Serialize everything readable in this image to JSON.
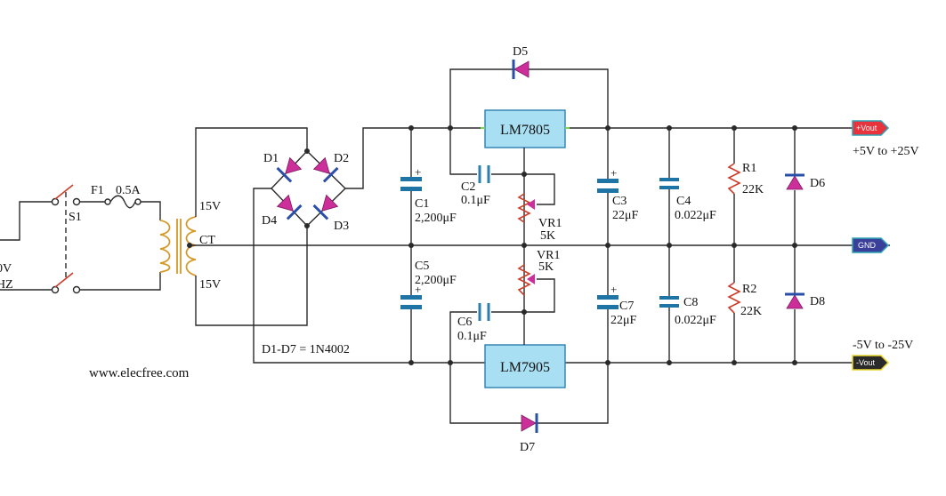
{
  "website": "www.elecfree.com",
  "note": "D1-D7 = 1N4002",
  "input": {
    "voltage_label": "0V",
    "freq_label": "HZ",
    "switch": "S1",
    "fuse": "F1",
    "fuse_rating": "0.5A"
  },
  "transformer": {
    "top_tap": "15V",
    "center_tap": "CT",
    "bottom_tap": "15V"
  },
  "diodes": {
    "d1": "D1",
    "d2": "D2",
    "d3": "D3",
    "d4": "D4",
    "d5": "D5",
    "d6": "D6",
    "d7": "D7",
    "d8": "D8"
  },
  "regulators": {
    "positive": "LM7805",
    "negative": "LM7905"
  },
  "capacitors": {
    "c1": "C1",
    "c1_value": "2,200μF",
    "c2": "C2",
    "c2_value": "0.1μF",
    "c3": "C3",
    "c3_value": "22μF",
    "c4": "C4",
    "c4_value": "0.022μF",
    "c5": "C5",
    "c5_value": "2,200μF",
    "c6": "C6",
    "c6_value": "0.1μF",
    "c7": "C7",
    "c7_value": "22μF",
    "c8": "C8",
    "c8_value": "0.022μF"
  },
  "pots": {
    "vr1_top": "VR1",
    "vr1_top_value": "5K",
    "vr1_bottom": "VR1",
    "vr1_bottom_value": "5K"
  },
  "resistors": {
    "r1": "R1",
    "r1_value": "22K",
    "r2": "R2",
    "r2_value": "22K"
  },
  "outputs": {
    "pos_tag": "+Vout",
    "pos_range": "+5V to +25V",
    "gnd_tag": "GND",
    "neg_tag": "-Vout",
    "neg_range": "-5V to -25V",
    "pos_color": "#e8323c",
    "gnd_color": "#3a3f9a",
    "neg_color": "#2a2a2a"
  }
}
